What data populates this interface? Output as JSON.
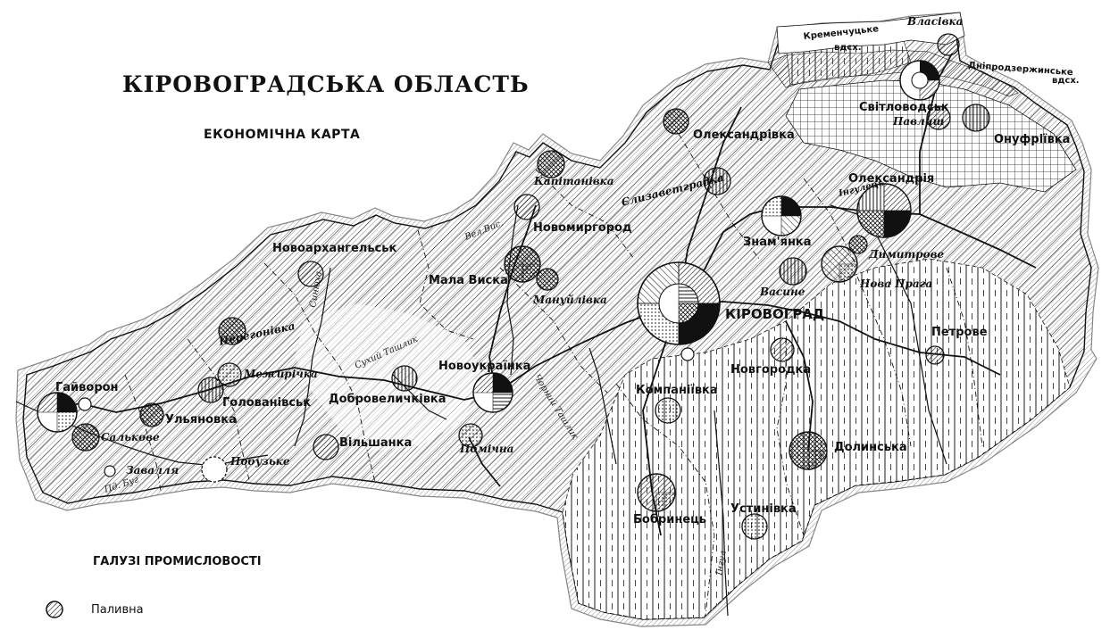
{
  "title": "КІРОВОГРАДСЬКА ОБЛАСТЬ",
  "subtitle": "ЕКОНОМІЧНА КАРТА",
  "legend": {
    "title": "ГАЛУЗІ ПРОМИСЛОВОСТІ",
    "items": [
      {
        "label": "Паливна",
        "icon": "fuel-industry-symbol-icon"
      }
    ]
  },
  "cities": [
    {
      "id": "kirovohrad",
      "name": "КІРОВОГРАД",
      "style": "major"
    },
    {
      "id": "oleksandriia",
      "name": "Олександрія",
      "style": "town"
    },
    {
      "id": "svitlovodsk",
      "name": "Світловодськ",
      "style": "town"
    },
    {
      "id": "onufriivka",
      "name": "Онуфріївка",
      "style": "town"
    },
    {
      "id": "oleksandrivka",
      "name": "Олександрівка",
      "style": "town"
    },
    {
      "id": "znamianka",
      "name": "Знам'янка",
      "style": "town"
    },
    {
      "id": "novomyrhorod",
      "name": "Новомиргород",
      "style": "town"
    },
    {
      "id": "mala-vyska",
      "name": "Мала Виска",
      "style": "town"
    },
    {
      "id": "novoarkhanhelsk",
      "name": "Новоархангельськ",
      "style": "town"
    },
    {
      "id": "haivoron",
      "name": "Гайворон",
      "style": "town"
    },
    {
      "id": "ulianovka",
      "name": "Ульяновка",
      "style": "town"
    },
    {
      "id": "holovanivsk",
      "name": "Голованівськ",
      "style": "town"
    },
    {
      "id": "dobrovelychkivka",
      "name": "Добровеличківка",
      "style": "town"
    },
    {
      "id": "novoukrainka",
      "name": "Новоукраїнка",
      "style": "town"
    },
    {
      "id": "vilshanka",
      "name": "Вільшанка",
      "style": "town"
    },
    {
      "id": "kompaniivka",
      "name": "Компаніївка",
      "style": "town"
    },
    {
      "id": "novhorodka",
      "name": "Новгородка",
      "style": "town"
    },
    {
      "id": "petrove",
      "name": "Петрове",
      "style": "town"
    },
    {
      "id": "dolynska",
      "name": "Долинська",
      "style": "town"
    },
    {
      "id": "bobrynets",
      "name": "Бобринець",
      "style": "town"
    },
    {
      "id": "ustynivka",
      "name": "Устинівка",
      "style": "town"
    },
    {
      "id": "dymytrove",
      "name": "Димитрове",
      "style": "settlement"
    },
    {
      "id": "nova-praha",
      "name": "Нова Прага",
      "style": "settlement"
    },
    {
      "id": "vasyne",
      "name": "Васине",
      "style": "settlement"
    },
    {
      "id": "vlasivka",
      "name": "Власівка",
      "style": "settlement"
    },
    {
      "id": "pavlysh",
      "name": "Павлиш",
      "style": "settlement"
    },
    {
      "id": "kapitanivka",
      "name": "Капітанівка",
      "style": "settlement"
    },
    {
      "id": "elyzavethradka",
      "name": "Єлизаветградка",
      "style": "settlement"
    },
    {
      "id": "manuilivka",
      "name": "Мануйлівка",
      "style": "settlement"
    },
    {
      "id": "perehonivka",
      "name": "Перегонівка",
      "style": "settlement"
    },
    {
      "id": "mezhyrichka",
      "name": "Межирічка",
      "style": "settlement"
    },
    {
      "id": "salkove",
      "name": "Салькове",
      "style": "settlement"
    },
    {
      "id": "zavallia",
      "name": "Завалля",
      "style": "settlement"
    },
    {
      "id": "pobuzke",
      "name": "Побузьке",
      "style": "settlement"
    },
    {
      "id": "pomichna",
      "name": "Помічна",
      "style": "settlement"
    }
  ],
  "water": [
    {
      "id": "kremenchuk-res",
      "name_1": "Кременчуцьке",
      "name_2": "вдсх."
    },
    {
      "id": "dniprodzerzhynsk-res",
      "name_1": "Дніпродзержинське",
      "name_2": "вдсх."
    },
    {
      "id": "inhulets",
      "name": "Інгулець"
    },
    {
      "id": "inhul",
      "name": "Інгул"
    },
    {
      "id": "syniukha",
      "name": "Синюха"
    },
    {
      "id": "vel-vys",
      "name": "Вел.Вис."
    },
    {
      "id": "sukhyi-tashlyk",
      "name": "Сухий Ташлик"
    },
    {
      "id": "chornyi-tashlyk",
      "name": "Чорний Ташлик"
    },
    {
      "id": "pivd-buh",
      "name": "Пд. Буг"
    }
  ]
}
